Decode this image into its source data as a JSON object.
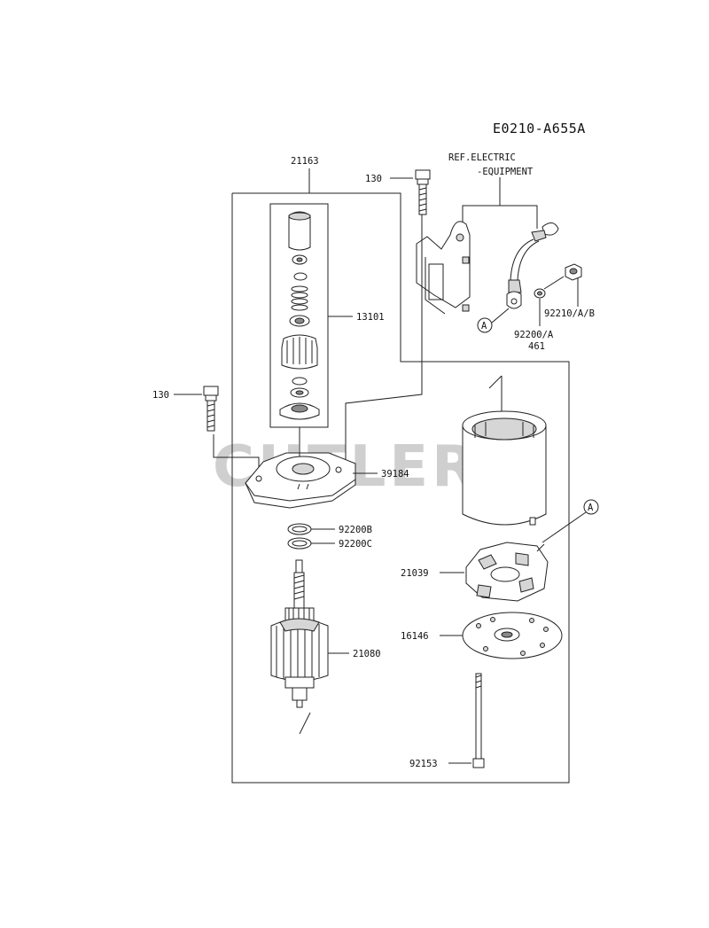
{
  "diagram_code": "E0210-A655A",
  "watermark": "CUTLER'S",
  "ref_note": {
    "line1": "REF.ELECTRIC",
    "line2": "-EQUIPMENT"
  },
  "callout": "A",
  "parts": {
    "p21163": "21163",
    "p130_top": "130",
    "p13101": "13101",
    "p130_left": "130",
    "p39184": "39184",
    "p92200b": "92200B",
    "p92200c": "92200C",
    "p21080": "21080",
    "p92210": "92210/A/B",
    "p92200a": "92200/A",
    "p461": "461",
    "p21039": "21039",
    "p16146": "16146",
    "p92153": "92153"
  }
}
